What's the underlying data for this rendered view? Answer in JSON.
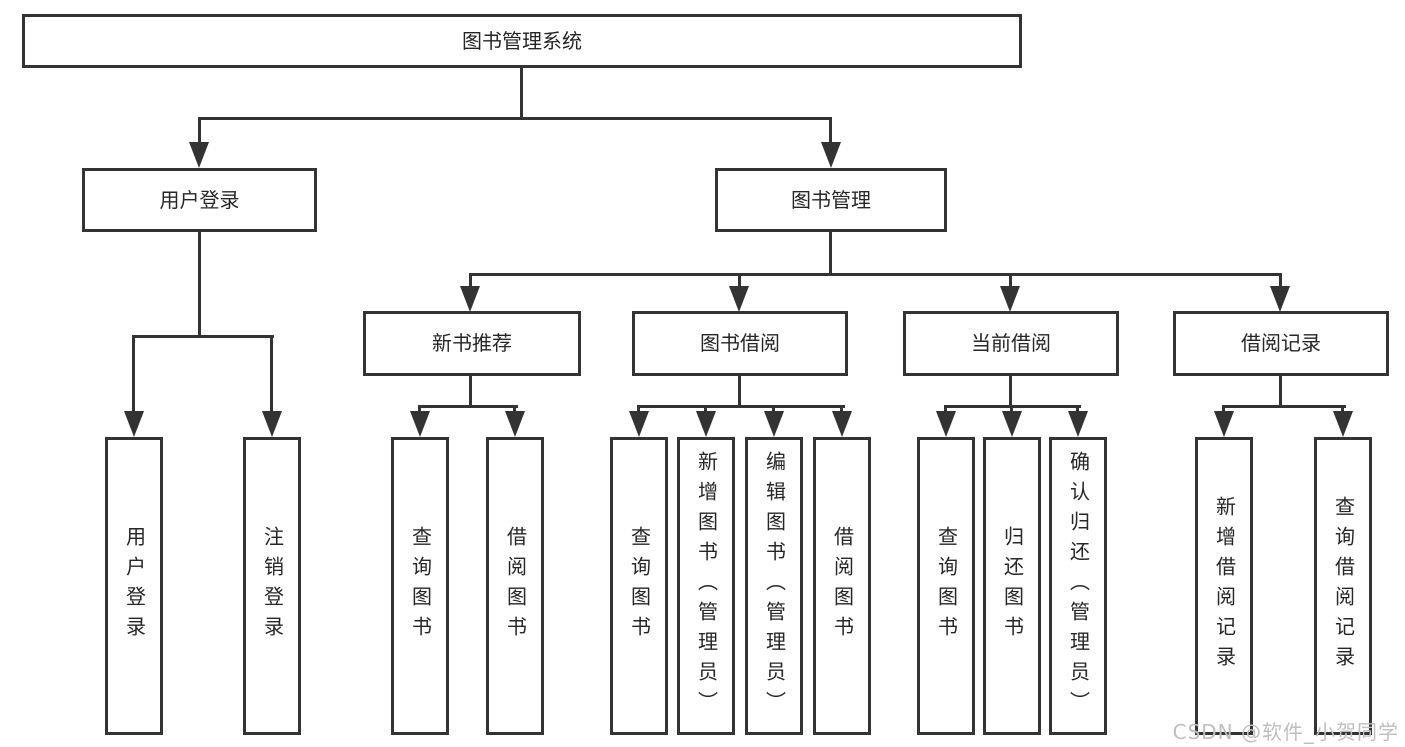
{
  "diagram": {
    "root": "图书管理系统",
    "branches": [
      {
        "label": "用户登录",
        "children": [
          "用户登录",
          "注销登录"
        ]
      },
      {
        "label": "图书管理",
        "sections": [
          {
            "label": "新书推荐",
            "children": [
              "查询图书",
              "借阅图书"
            ]
          },
          {
            "label": "图书借阅",
            "children": [
              "查询图书",
              "新增图书（管理员）",
              "编辑图书（管理员）",
              "借阅图书"
            ]
          },
          {
            "label": "当前借阅",
            "children": [
              "查询图书",
              "归还图书",
              "确认归还（管理员）"
            ]
          },
          {
            "label": "借阅记录",
            "children": [
              "新增借阅记录",
              "查询借阅记录"
            ]
          }
        ]
      }
    ]
  },
  "watermark": "CSDN @软件_小贺同学",
  "colors": {
    "line": "#333333",
    "text": "#262626",
    "background": "#ffffff",
    "watermark": "#bfbfbf"
  }
}
